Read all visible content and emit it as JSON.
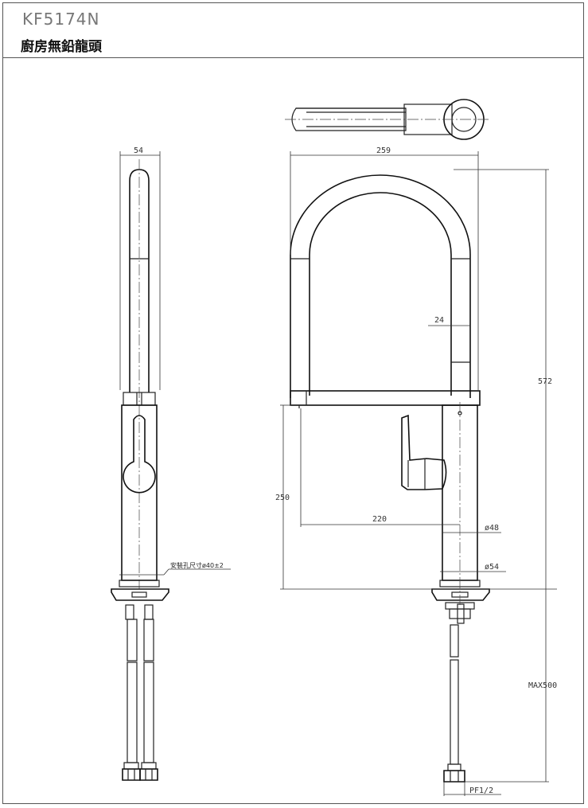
{
  "header": {
    "model_code": "KF5174N",
    "product_name": "廚房無鉛龍頭"
  },
  "dimensions": {
    "side_width": "54",
    "front_width": "259",
    "spout_tube": "24",
    "height_total": "572",
    "spout_height": "250",
    "reach": "220",
    "body_dia": "ø48",
    "base_dia": "ø54",
    "hose_length": "MAX500",
    "thread": "PF1/2",
    "mount_hole_note": "安裝孔尺寸ø40±2"
  },
  "colors": {
    "line": "#222222",
    "frame": "#555555"
  }
}
